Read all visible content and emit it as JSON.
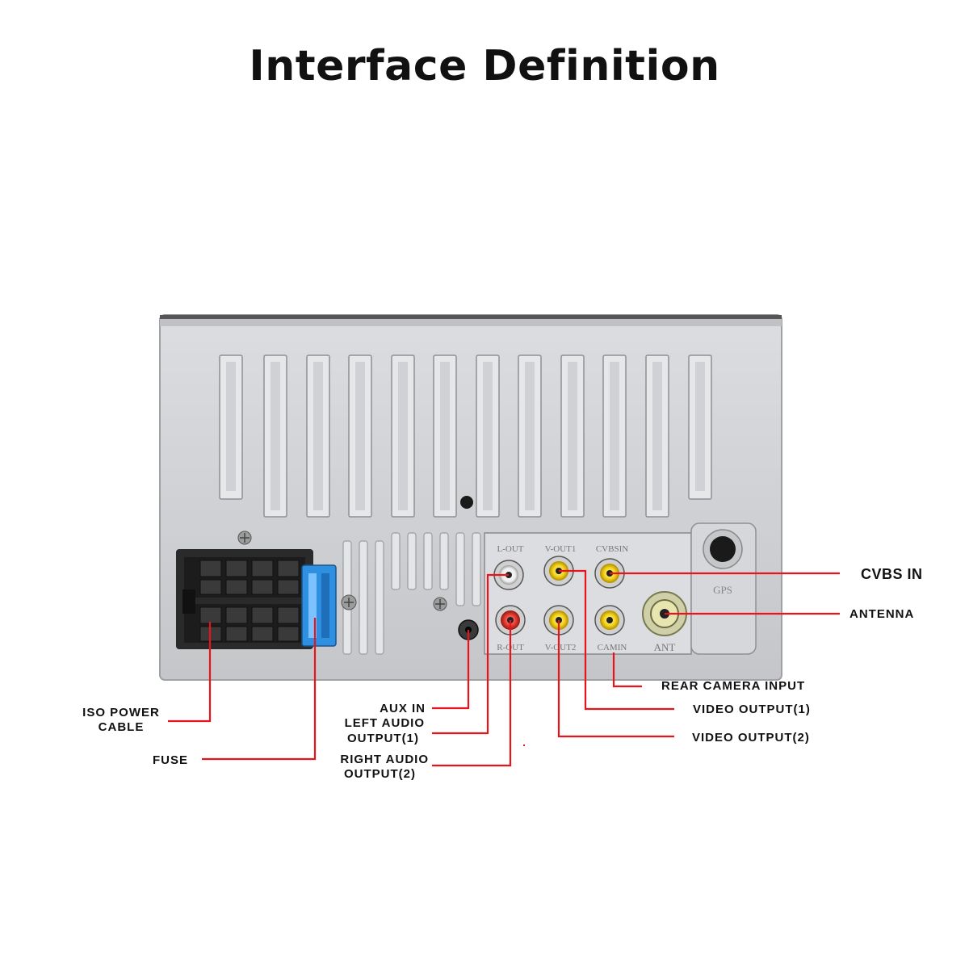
{
  "title": "Interface Definition",
  "colors": {
    "leader": "#e8141c",
    "panel": "#cfd0d2",
    "panel_light": "#e9eaec",
    "connector": "#2a2a2a",
    "fuse": "#2f8fe0",
    "rca_yellow": "#f3d21a",
    "rca_red": "#e53a2f",
    "rca_white": "#f5f5f5"
  },
  "panel_print": {
    "l_out": "L-OUT",
    "v_out1": "V-OUT1",
    "cvbs_in": "CVBSIN",
    "r_out": "R-OUT",
    "v_out2": "V-OUT2",
    "cam_in": "CAMIN",
    "ant": "ANT",
    "gps": "GPS"
  },
  "callouts": {
    "cvbs_in": "CVBS IN",
    "antenna": "ANTENNA",
    "rear_camera_input": "REAR  CAMERA  INPUT",
    "video_output_1": "VIDEO  OUTPUT(1)",
    "video_output_2": "VIDEO  OUTPUT(2)",
    "aux_in": "AUX IN",
    "left_audio_1": "LEFT  AUDIO",
    "left_audio_2": "OUTPUT(1)",
    "right_audio_1": "RIGHT  AUDIO",
    "right_audio_2": "OUTPUT(2)",
    "iso_power_1": "ISO POWER",
    "iso_power_2": "CABLE",
    "fuse": "FUSE"
  }
}
